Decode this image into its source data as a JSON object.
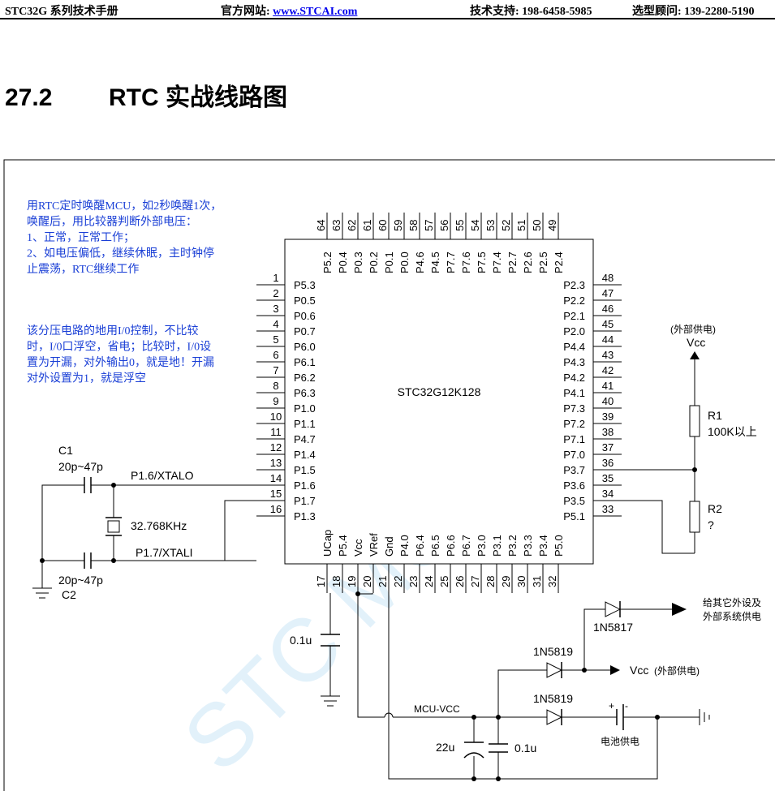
{
  "header": {
    "left": "STC32G 系列技术手册",
    "website_label": "官方网站: ",
    "website_url": "www.STCAI.com",
    "support": "技术支持: 198-6458-5985",
    "selection": "选型顾问: 139-2280-5190"
  },
  "section": {
    "number": "27.2",
    "title": "RTC 实战线路图"
  },
  "notes": {
    "note1": [
      "用RTC定时唤醒MCU，如2秒唤醒1次，",
      "唤醒后，用比较器判断外部电压：",
      "1、正常，正常工作；",
      "2、如电压偏低，继续休眠，主时钟停",
      "止震荡，RTC继续工作"
    ],
    "note2": [
      "该分压电路的地用I/0控制，不比较",
      "时，I/0口浮空，省电；比较时，I/0设",
      "置为开漏，对外输出0，就是地！开漏",
      "对外设置为1，就是浮空"
    ]
  },
  "chip": {
    "name": "STC32G12K128",
    "left_pins": [
      {
        "num": "1",
        "name": "P5.3"
      },
      {
        "num": "2",
        "name": "P0.5"
      },
      {
        "num": "3",
        "name": "P0.6"
      },
      {
        "num": "4",
        "name": "P0.7"
      },
      {
        "num": "5",
        "name": "P6.0"
      },
      {
        "num": "6",
        "name": "P6.1"
      },
      {
        "num": "7",
        "name": "P6.2"
      },
      {
        "num": "8",
        "name": "P6.3"
      },
      {
        "num": "9",
        "name": "P1.0"
      },
      {
        "num": "10",
        "name": "P1.1"
      },
      {
        "num": "11",
        "name": "P4.7"
      },
      {
        "num": "12",
        "name": "P1.4"
      },
      {
        "num": "13",
        "name": "P1.5"
      },
      {
        "num": "14",
        "name": "P1.6"
      },
      {
        "num": "15",
        "name": "P1.7"
      },
      {
        "num": "16",
        "name": "P1.3"
      }
    ],
    "right_pins": [
      {
        "num": "48",
        "name": "P2.3"
      },
      {
        "num": "47",
        "name": "P2.2"
      },
      {
        "num": "46",
        "name": "P2.1"
      },
      {
        "num": "45",
        "name": "P2.0"
      },
      {
        "num": "44",
        "name": "P4.4"
      },
      {
        "num": "43",
        "name": "P4.3"
      },
      {
        "num": "42",
        "name": "P4.2"
      },
      {
        "num": "41",
        "name": "P4.1"
      },
      {
        "num": "40",
        "name": "P7.3"
      },
      {
        "num": "39",
        "name": "P7.2"
      },
      {
        "num": "38",
        "name": "P7.1"
      },
      {
        "num": "37",
        "name": "P7.0"
      },
      {
        "num": "36",
        "name": "P3.7"
      },
      {
        "num": "35",
        "name": "P3.6"
      },
      {
        "num": "34",
        "name": "P3.5"
      },
      {
        "num": "33",
        "name": "P5.1"
      }
    ],
    "top_pins": [
      {
        "num": "64",
        "name": "P5.2"
      },
      {
        "num": "63",
        "name": "P0.4"
      },
      {
        "num": "62",
        "name": "P0.3"
      },
      {
        "num": "61",
        "name": "P0.2"
      },
      {
        "num": "60",
        "name": "P0.1"
      },
      {
        "num": "59",
        "name": "P0.0"
      },
      {
        "num": "58",
        "name": "P4.6"
      },
      {
        "num": "57",
        "name": "P4.5"
      },
      {
        "num": "56",
        "name": "P7.7"
      },
      {
        "num": "55",
        "name": "P7.6"
      },
      {
        "num": "54",
        "name": "P7.5"
      },
      {
        "num": "53",
        "name": "P7.4"
      },
      {
        "num": "52",
        "name": "P2.7"
      },
      {
        "num": "51",
        "name": "P2.6"
      },
      {
        "num": "50",
        "name": "P2.5"
      },
      {
        "num": "49",
        "name": "P2.4"
      }
    ],
    "bottom_pins": [
      {
        "num": "17",
        "name": "UCap"
      },
      {
        "num": "18",
        "name": "P5.4"
      },
      {
        "num": "19",
        "name": "Vcc"
      },
      {
        "num": "20",
        "name": "VRef"
      },
      {
        "num": "21",
        "name": "Gnd"
      },
      {
        "num": "22",
        "name": "P4.0"
      },
      {
        "num": "23",
        "name": "P6.4"
      },
      {
        "num": "24",
        "name": "P6.5"
      },
      {
        "num": "25",
        "name": "P6.6"
      },
      {
        "num": "26",
        "name": "P6.7"
      },
      {
        "num": "27",
        "name": "P3.0"
      },
      {
        "num": "28",
        "name": "P3.1"
      },
      {
        "num": "29",
        "name": "P3.2"
      },
      {
        "num": "30",
        "name": "P3.3"
      },
      {
        "num": "31",
        "name": "P3.4"
      },
      {
        "num": "32",
        "name": "P5.0"
      }
    ]
  },
  "components": {
    "c1_name": "C1",
    "c1_value": "20p~47p",
    "c2_name": "C2",
    "c2_value": "20p~47p",
    "xtal": "32.768KHz",
    "net_xtalo": "P1.6/XTALO",
    "net_xtali": "P1.7/XTALI",
    "ucap_cap": "0.1u",
    "ext_power": "(外部供电)",
    "vcc": "Vcc",
    "r1_name": "R1",
    "r1_value": "100K以上",
    "r2_name": "R2",
    "r2_value": "?",
    "d_top": "1N5817",
    "d_top_out": [
      "给其它外设及",
      "外部系统供电"
    ],
    "d_mid": "1N5819",
    "vcc_out_main": "Vcc",
    "vcc_out_sub": "(外部供电)",
    "d_bat": "1N5819",
    "mcu_vcc": "MCU-VCC",
    "bat_plus": "+",
    "bat_minus": "-",
    "battery": "电池供电",
    "cap_22u": "22u",
    "cap_01u": "0.1u"
  },
  "watermark": "STC MCU"
}
